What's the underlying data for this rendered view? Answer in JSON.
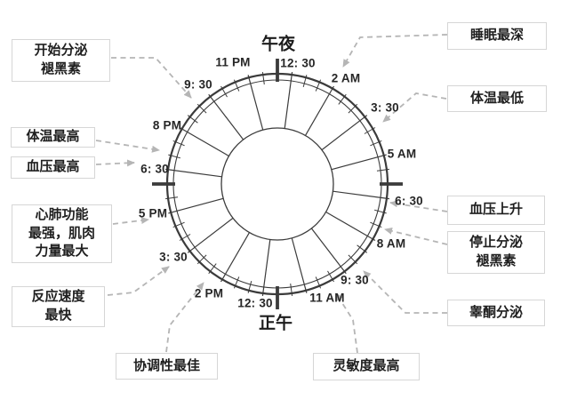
{
  "figure": {
    "type": "circadian-rhythm-clock-diagram",
    "midnight_label": "午夜",
    "noon_label": "正午"
  },
  "clock": {
    "times": [
      {
        "label": "12: 30"
      },
      {
        "label": "2 AM"
      },
      {
        "label": "3: 30"
      },
      {
        "label": "5 AM"
      },
      {
        "label": "6: 30"
      },
      {
        "label": "8 AM"
      },
      {
        "label": "9: 30"
      },
      {
        "label": "11 AM"
      },
      {
        "label": "12: 30"
      },
      {
        "label": "2 PM"
      },
      {
        "label": "3: 30"
      },
      {
        "label": "5 PM"
      },
      {
        "label": "6: 30"
      },
      {
        "label": "8 PM"
      },
      {
        "label": "9: 30"
      },
      {
        "label": "11 PM"
      }
    ]
  },
  "callouts": [
    {
      "label": "开始分泌\n褪黑素"
    },
    {
      "label": "睡眠最深"
    },
    {
      "label": "体温最低"
    },
    {
      "label": "血压上升"
    },
    {
      "label": "停止分泌\n褪黑素"
    },
    {
      "label": "睾酮分泌"
    },
    {
      "label": "灵敏度最高"
    },
    {
      "label": "协调性最佳"
    },
    {
      "label": "反应速度\n最快"
    },
    {
      "label": "心肺功能\n最强，肌肉\n力量最大"
    },
    {
      "label": "血压最高"
    },
    {
      "label": "体温最高"
    }
  ],
  "colors": {
    "background": "#ffffff",
    "clock_line": "#3b3b3b",
    "arrow": "#b5b5b5",
    "box_border": "#d6d6d6",
    "text": "#1f1f1f"
  }
}
